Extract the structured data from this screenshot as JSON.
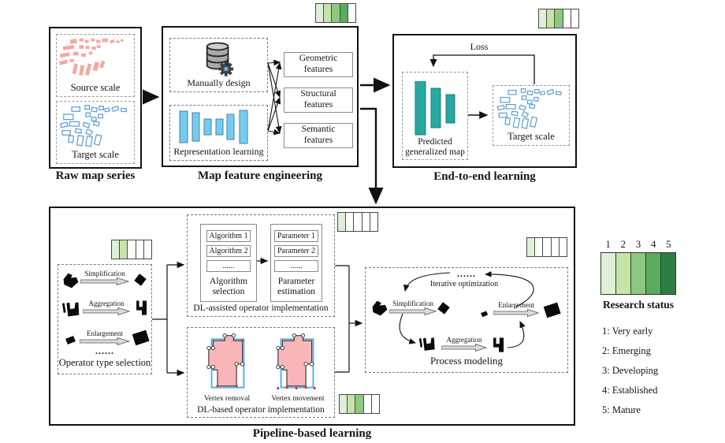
{
  "colors": {
    "status_levels": [
      "#def0d8",
      "#c7e4a7",
      "#8cc87e",
      "#5aab5c",
      "#2e7d45"
    ],
    "teal_bar": "#2aa7a2",
    "light_blue_bar": "#74cdf0",
    "map_pink": "#f5a8a2",
    "map_blue_outline": "#5b9bd5",
    "building_pink": "#f8b6b8",
    "building_blue_outline": "#54a9e8"
  },
  "top": {
    "raw_map_series": {
      "caption": "Raw map series",
      "source_label": "Source scale",
      "target_label": "Target scale"
    },
    "map_feature_engineering": {
      "caption": "Map feature engineering",
      "status": 4,
      "manually_design": "Manually design",
      "representation_learning": "Representation learning",
      "features": [
        [
          "Geometric",
          "features"
        ],
        [
          "Structural",
          "features"
        ],
        [
          "Semantic",
          "features"
        ]
      ]
    },
    "end_to_end": {
      "caption": "End-to-end learning",
      "status": 3,
      "loss": "Loss",
      "predicted": [
        "Predicted",
        "generalized map"
      ],
      "target_label": "Target scale"
    }
  },
  "pipeline": {
    "caption": "Pipeline-based learning",
    "operator_type_selection": {
      "label": "Operator type selection",
      "status": 2,
      "operators": [
        "Simplification",
        "Aggregation",
        "Enlargement"
      ],
      "ellipsis": "......"
    },
    "dl_assisted": {
      "label": "DL-assisted operator implementation",
      "status": 1,
      "algorithm_selection": {
        "label": [
          "Algorithm",
          "selection"
        ],
        "items": [
          "Algorithm 1",
          "Algorithm 2",
          "......"
        ]
      },
      "parameter_estimation": {
        "label": [
          "Parameter",
          "estimation"
        ],
        "items": [
          "Parameter 1",
          "Parameter 2",
          "......"
        ]
      }
    },
    "dl_based": {
      "label": "DL-based operator implementation",
      "status": 3,
      "methods": [
        "Vertex removal",
        "Vertex movement"
      ]
    },
    "process_modeling": {
      "label": "Process modeling",
      "status": 1,
      "ellipsis": "......",
      "iterative_label": "Iterative optimization",
      "operators": [
        "Simplification",
        "Aggregation",
        "Enlargement"
      ]
    }
  },
  "legend": {
    "numbers": [
      "1",
      "2",
      "3",
      "4",
      "5"
    ],
    "title": "Research status",
    "items": [
      "1: Very early",
      "2: Emerging",
      "3: Developing",
      "4: Established",
      "5: Mature"
    ]
  }
}
